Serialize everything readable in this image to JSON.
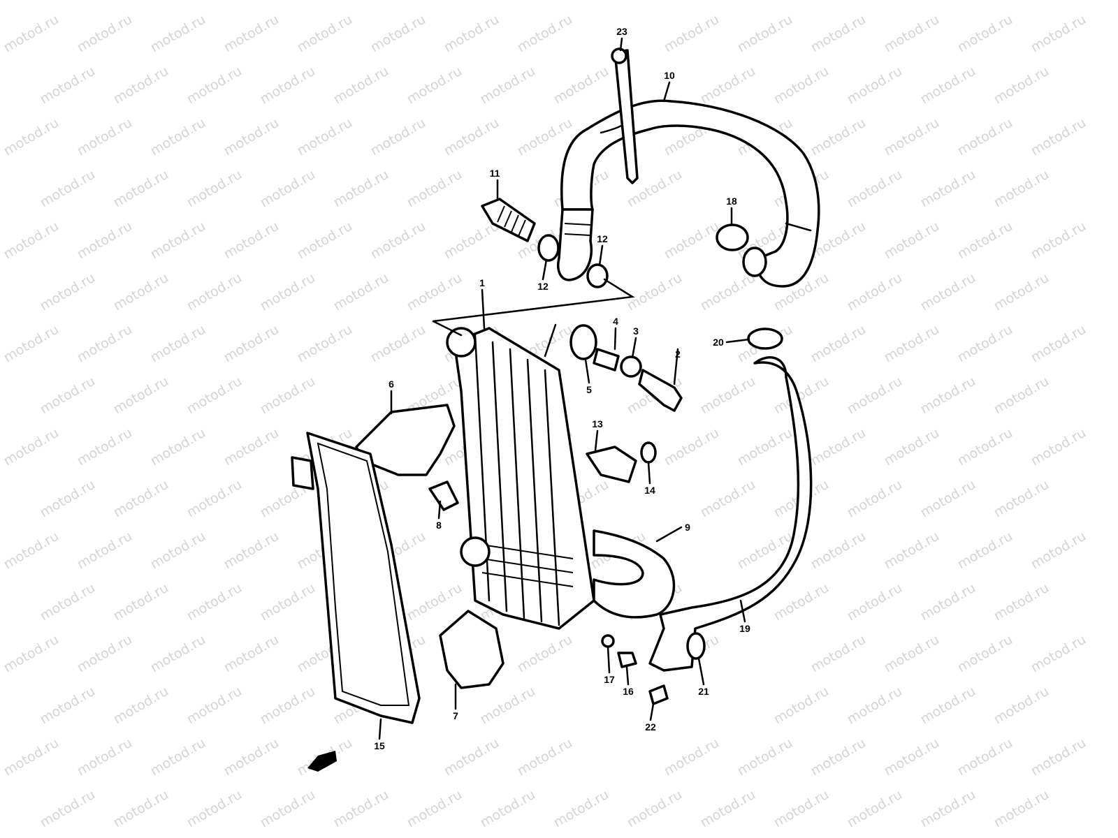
{
  "watermark": "motod.ru",
  "colors": {
    "line": "#000000",
    "background": "#ffffff",
    "watermark": "#d4d4d4"
  },
  "front_arrow_icon": "front-direction-arrow",
  "part_labels": [
    {
      "id": "23"
    },
    {
      "id": "10"
    },
    {
      "id": "11"
    },
    {
      "id": "18"
    },
    {
      "id": "12"
    },
    {
      "id": "12"
    },
    {
      "id": "1"
    },
    {
      "id": "4"
    },
    {
      "id": "3"
    },
    {
      "id": "2"
    },
    {
      "id": "20"
    },
    {
      "id": "5"
    },
    {
      "id": "6"
    },
    {
      "id": "13"
    },
    {
      "id": "14"
    },
    {
      "id": "8"
    },
    {
      "id": "9"
    },
    {
      "id": "19"
    },
    {
      "id": "17"
    },
    {
      "id": "16"
    },
    {
      "id": "21"
    },
    {
      "id": "22"
    },
    {
      "id": "7"
    },
    {
      "id": "15"
    }
  ]
}
